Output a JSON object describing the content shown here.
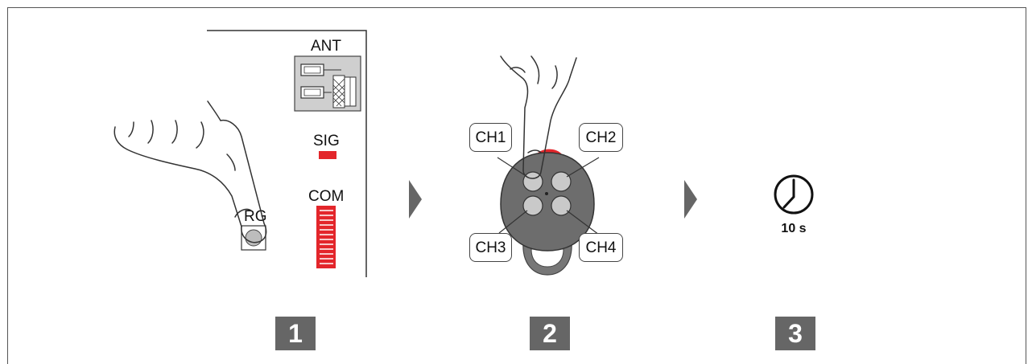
{
  "panel1": {
    "ant_label": "ANT",
    "sig_label": "SIG",
    "com_label": "COM",
    "prg_partial": "RG"
  },
  "panel2": {
    "buttons": [
      "CH1",
      "CH2",
      "CH3",
      "CH4"
    ]
  },
  "panel3": {
    "duration": "10 s",
    "icon": "clock-icon"
  },
  "steps": [
    "1",
    "2",
    "3"
  ],
  "colors": {
    "badge": "#666666",
    "arrow": "#666666",
    "red": "#e3262b",
    "remote": "#6d6d6d"
  }
}
